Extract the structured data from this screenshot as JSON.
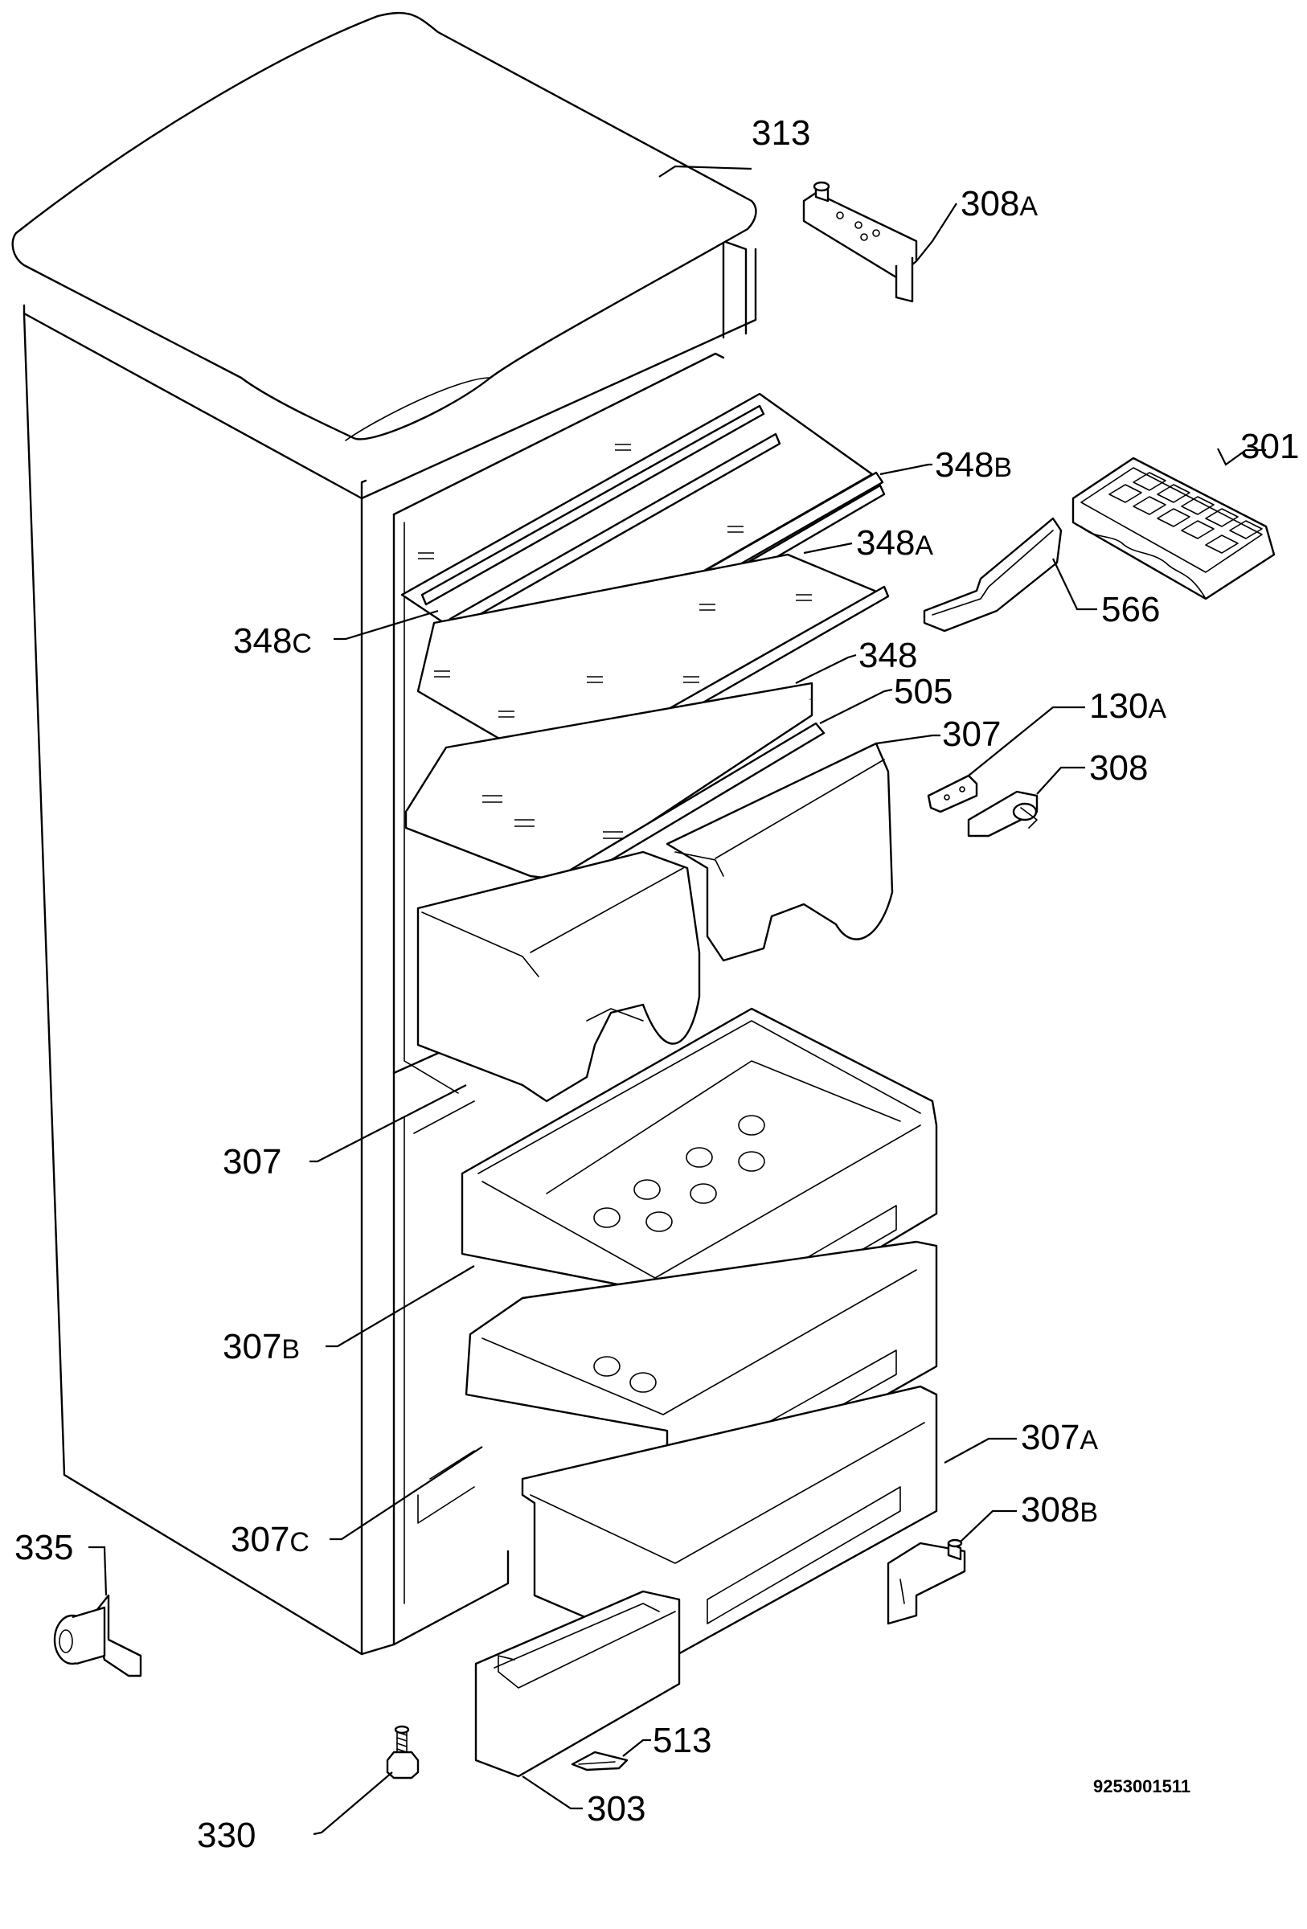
{
  "diagram": {
    "labels": [
      {
        "id": "313",
        "num": "313",
        "suffix": ""
      },
      {
        "id": "308A",
        "num": "308",
        "suffix": "A"
      },
      {
        "id": "301",
        "num": "301",
        "suffix": ""
      },
      {
        "id": "348B",
        "num": "348",
        "suffix": "B"
      },
      {
        "id": "348A",
        "num": "348",
        "suffix": "A"
      },
      {
        "id": "566",
        "num": "566",
        "suffix": ""
      },
      {
        "id": "348C",
        "num": "348",
        "suffix": "C"
      },
      {
        "id": "348",
        "num": "348",
        "suffix": ""
      },
      {
        "id": "505",
        "num": "505",
        "suffix": ""
      },
      {
        "id": "307r",
        "num": "307",
        "suffix": ""
      },
      {
        "id": "130A",
        "num": "130",
        "suffix": "A"
      },
      {
        "id": "308",
        "num": "308",
        "suffix": ""
      },
      {
        "id": "307l",
        "num": "307",
        "suffix": ""
      },
      {
        "id": "307B",
        "num": "307",
        "suffix": "B"
      },
      {
        "id": "307A",
        "num": "307",
        "suffix": "A"
      },
      {
        "id": "308B",
        "num": "308",
        "suffix": "B"
      },
      {
        "id": "307C",
        "num": "307",
        "suffix": "C"
      },
      {
        "id": "335",
        "num": "335",
        "suffix": ""
      },
      {
        "id": "513",
        "num": "513",
        "suffix": ""
      },
      {
        "id": "303",
        "num": "303",
        "suffix": ""
      },
      {
        "id": "330",
        "num": "330",
        "suffix": ""
      }
    ],
    "drawing_code": "9253001511"
  }
}
